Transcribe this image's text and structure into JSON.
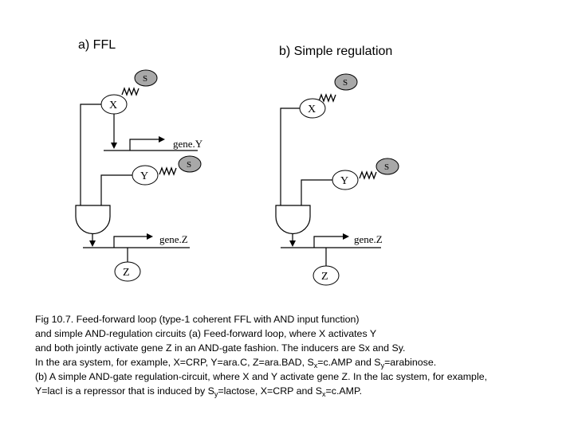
{
  "panels": {
    "ffl": {
      "title": "a) FFL",
      "x_label": "X",
      "y_label": "Y",
      "z_label": "Z",
      "sx_label": "S",
      "sy_label": "S",
      "geneY_label": "gene.Y",
      "geneZ_label": "gene.Z"
    },
    "simple": {
      "title": "b) Simple regulation",
      "x_label": "X",
      "y_label": "Y",
      "z_label": "Z",
      "sx_label": "S",
      "sy_label": "S",
      "geneZ_label": "gene.Z"
    }
  },
  "caption": {
    "line1": "Fig 10.7. Feed-forward loop (type-1 coherent FFL with AND input function)",
    "line2": "and simple AND-regulation circuits (a) Feed-forward loop, where X activates Y",
    "line3": " and both jointly activate gene Z in an AND-gate fashion. The inducers are Sx and Sy.",
    "line4_a": "In the ara system, for example, X=CRP, Y=ara.C, Z=ara.BAD, S",
    "line4_sub1": "x",
    "line4_b": "=c.AMP and S",
    "line4_sub2": "y",
    "line4_c": "=arabinose.",
    "line5": "(b) A simple AND-gate regulation-circuit, where X and Y activate gene Z. In the lac system, for example,",
    "line6_a": "Y=lacI is a repressor that is induced by S",
    "line6_sub1": "y",
    "line6_b": "=lactose, X=CRP and S",
    "line6_sub2": "x",
    "line6_c": "=c.AMP."
  }
}
